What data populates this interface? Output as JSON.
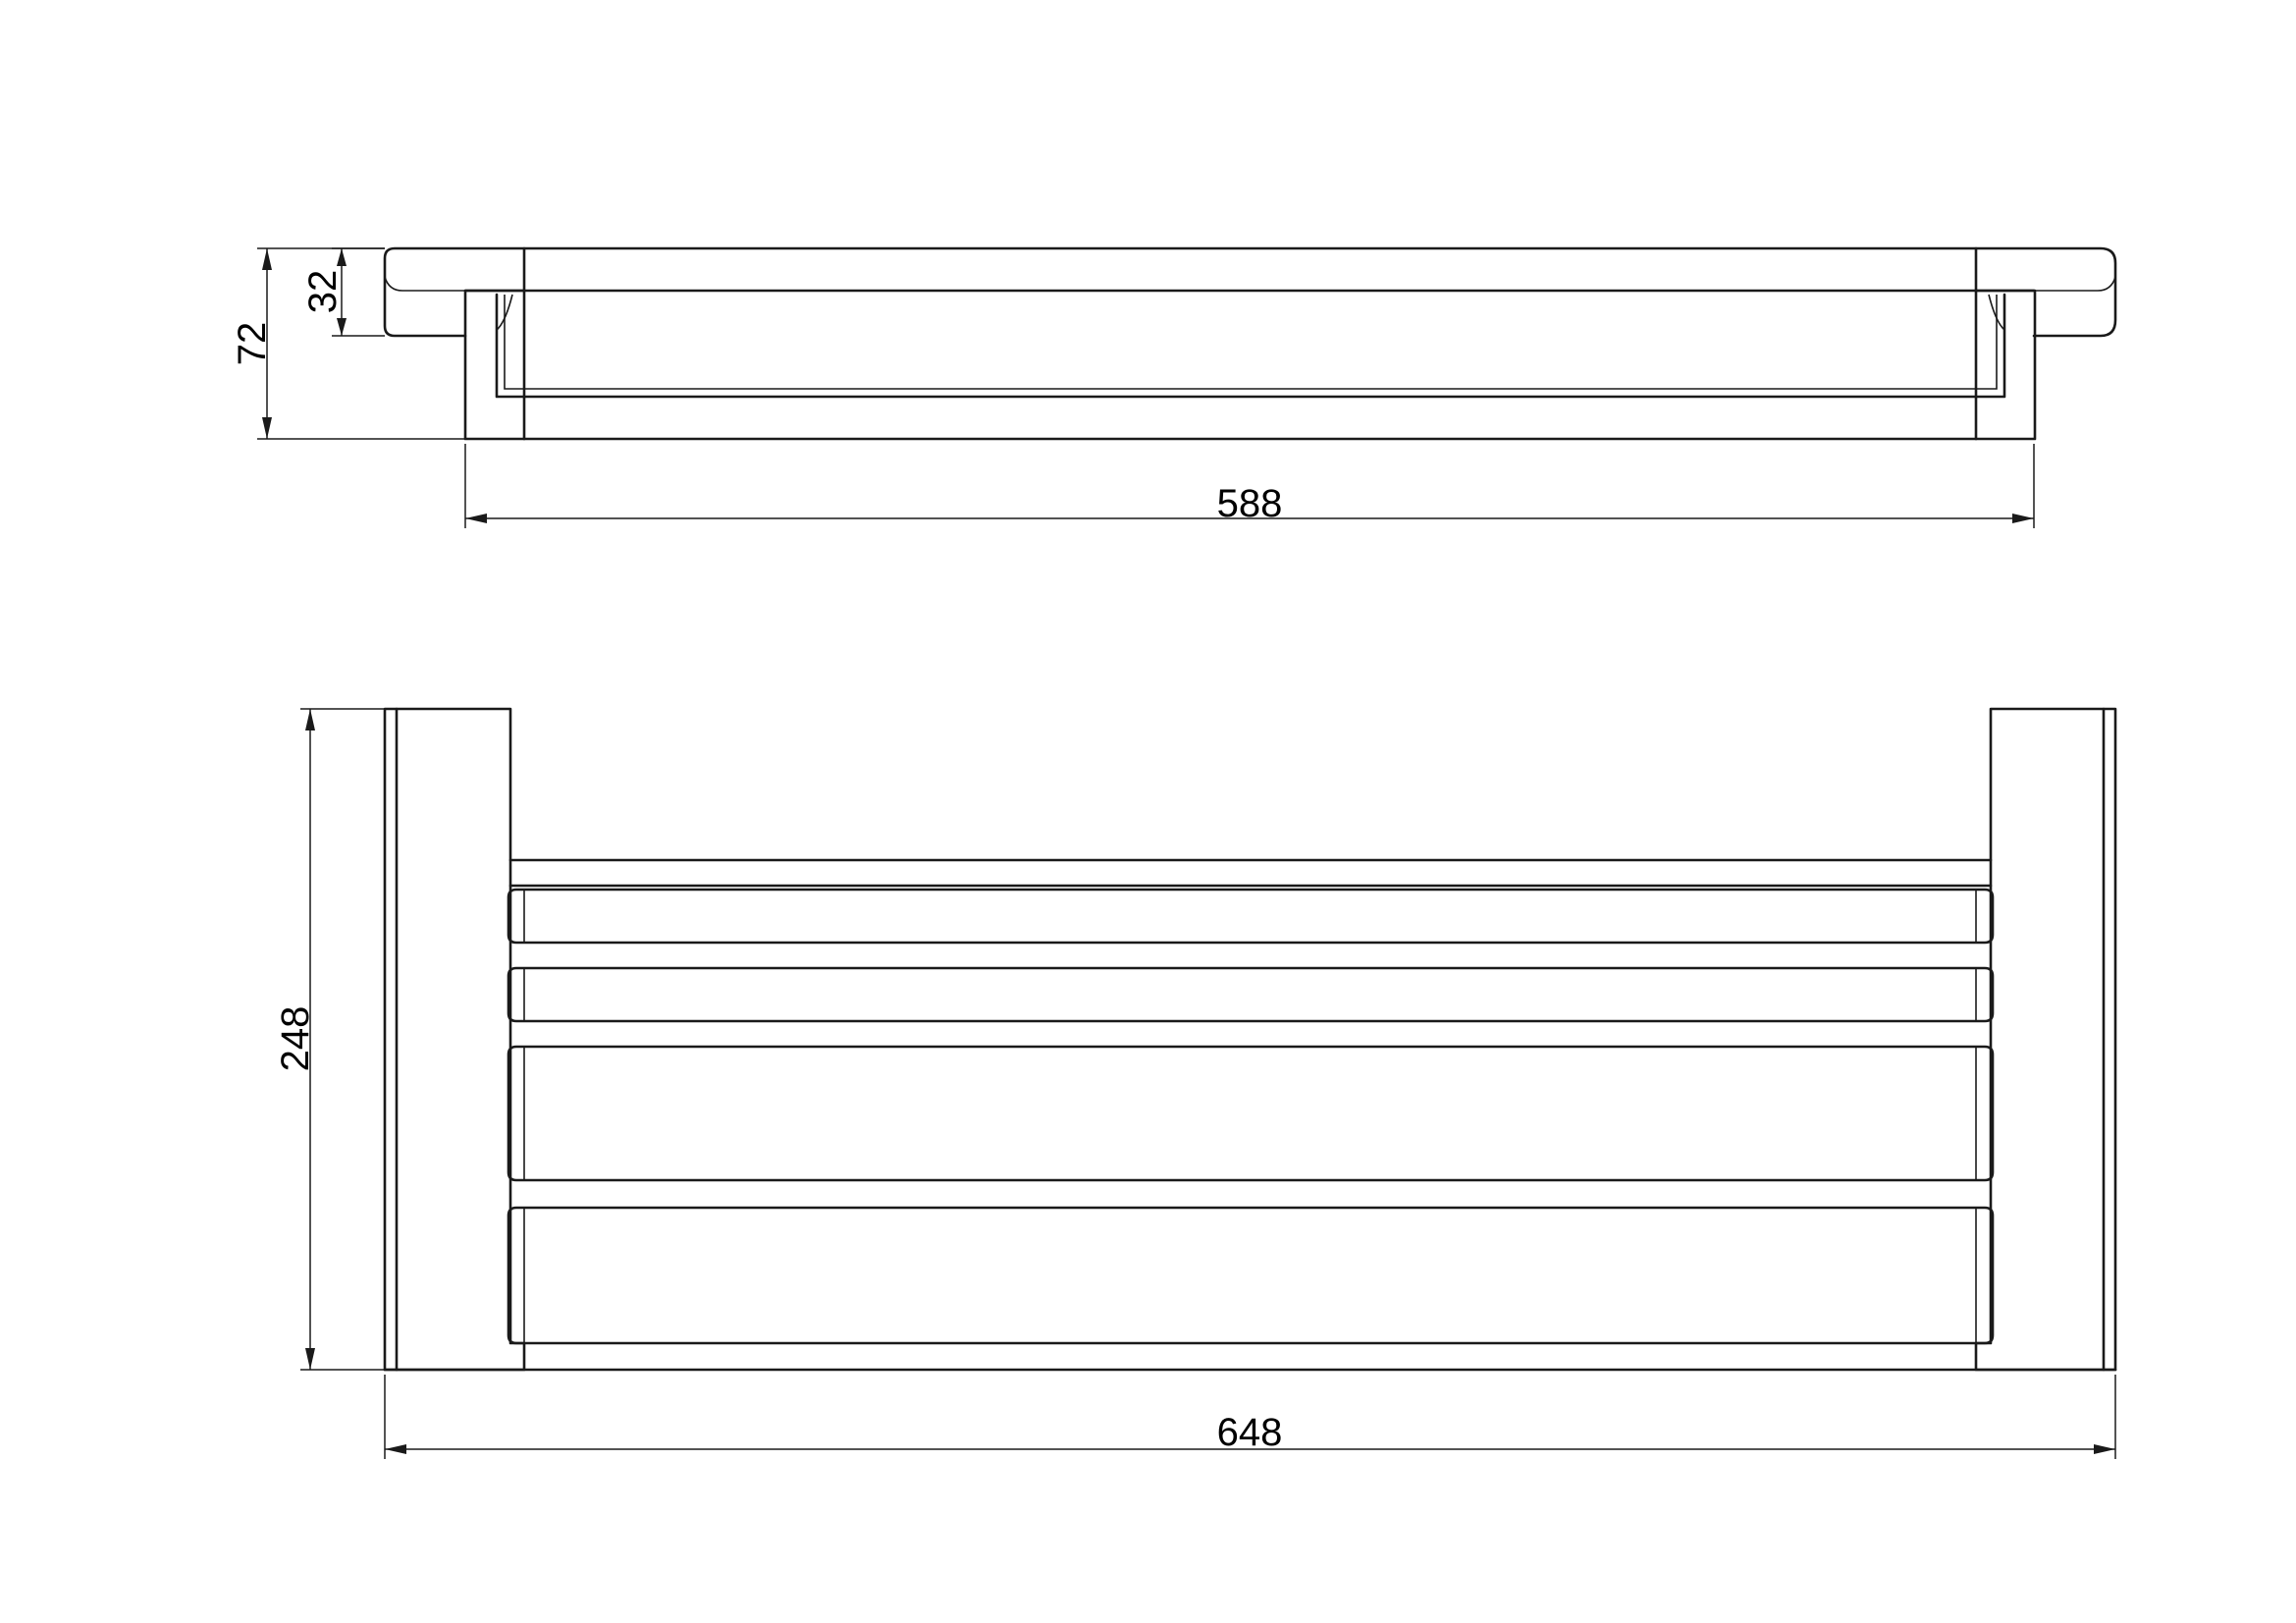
{
  "dimensions": {
    "side_height_total": "72",
    "side_height_plate": "32",
    "side_width": "588",
    "front_height": "248",
    "front_width": "648"
  },
  "colors": {
    "line": "#1a1a1a",
    "background": "#ffffff"
  }
}
